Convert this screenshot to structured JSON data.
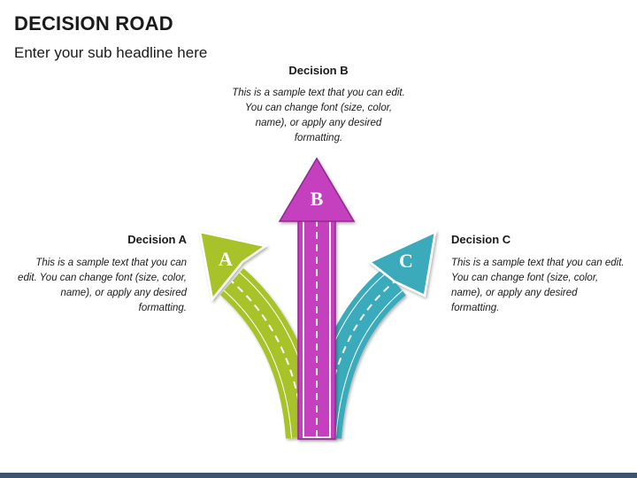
{
  "title": "DECISION ROAD",
  "subtitle": "Enter your sub headline here",
  "decisions": [
    {
      "letter": "A",
      "heading": "Decision A",
      "text": "This is a sample text that you can edit. You can change font (size, color, name), or apply any desired formatting.",
      "color": "#A8C22A"
    },
    {
      "letter": "B",
      "heading": "Decision B",
      "text": "This is a sample text that you can edit. You can change font (size, color, name), or apply any desired formatting.",
      "color": "#C43FBF"
    },
    {
      "letter": "C",
      "heading": "Decision C",
      "text": "This is a sample text that you can edit. You can change font (size, color, name), or apply any desired formatting.",
      "color": "#3AABBB"
    }
  ],
  "footer_color": "#3B5570"
}
